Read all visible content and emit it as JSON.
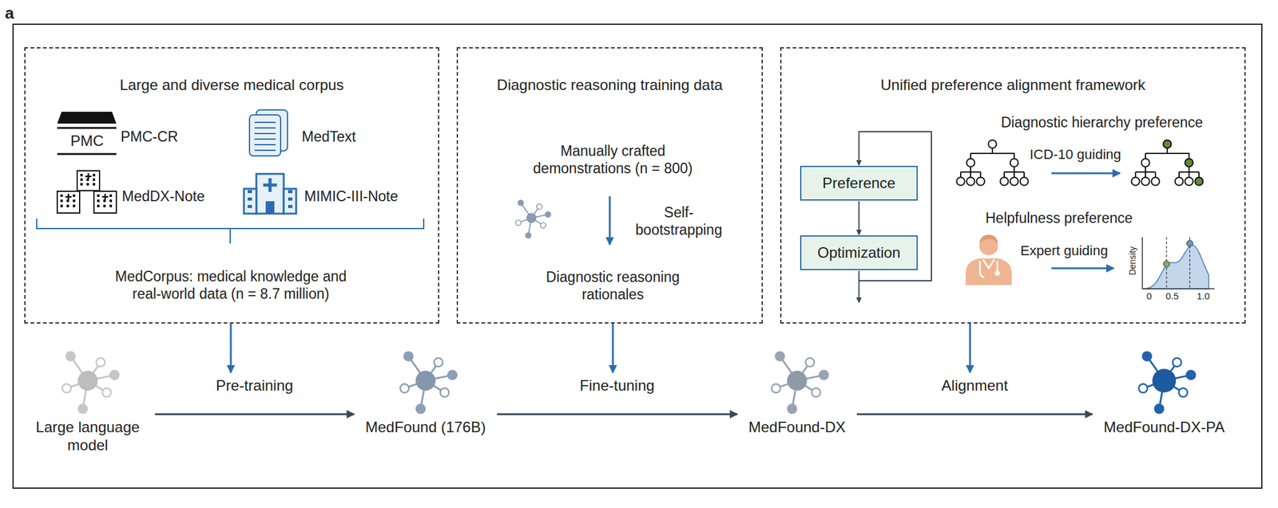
{
  "diagram": {
    "nodes": [
      {
        "text": [
          "Large and diverse medical corpus"
        ]
      },
      {
        "text": [
          "Diagnostic reasoning training data"
        ]
      },
      {
        "text": [
          "Unified preference alignment framework"
        ]
      },
      {
        "text": [
          "Preference"
        ],
        "in": 2
      },
      {
        "text": [
          "Optimization"
        ],
        "in": 2
      },
      {
        "text": [
          "Large language model"
        ]
      },
      {
        "text": [
          "MedFound (176B)"
        ]
      },
      {
        "text": [
          "MedFound-DX"
        ]
      },
      {
        "text": [
          "MedFound-DX-PA"
        ]
      }
    ],
    "edges": [
      {
        "from": 3,
        "to": 4,
        "arrow": "to"
      },
      {
        "from": 4,
        "to": 3,
        "arrow": "to"
      },
      {
        "from": 5,
        "to": 6,
        "label": "Pre-training",
        "arrow": "to"
      },
      {
        "from": 6,
        "to": 7,
        "label": "Fine-tuning",
        "arrow": "to"
      },
      {
        "from": 7,
        "to": 8,
        "label": "Alignment",
        "arrow": "to"
      }
    ],
    "labels": [
      "a",
      "PMC",
      "PMC-CR",
      "MedText",
      "MedDX-Note",
      "MIMIC-III-Note",
      "MedCorpus: medical knowledge and real-world data (n = 8.7 million)",
      "Manually crafted demonstrations (n = 800)",
      "Self-bootstrapping",
      "Diagnostic reasoning rationales",
      "Diagnostic hierarchy preference",
      "ICD-10 guiding",
      "Helpfulness preference",
      "Expert guiding",
      "Density",
      "0",
      "0.5",
      "1.0"
    ]
  }
}
